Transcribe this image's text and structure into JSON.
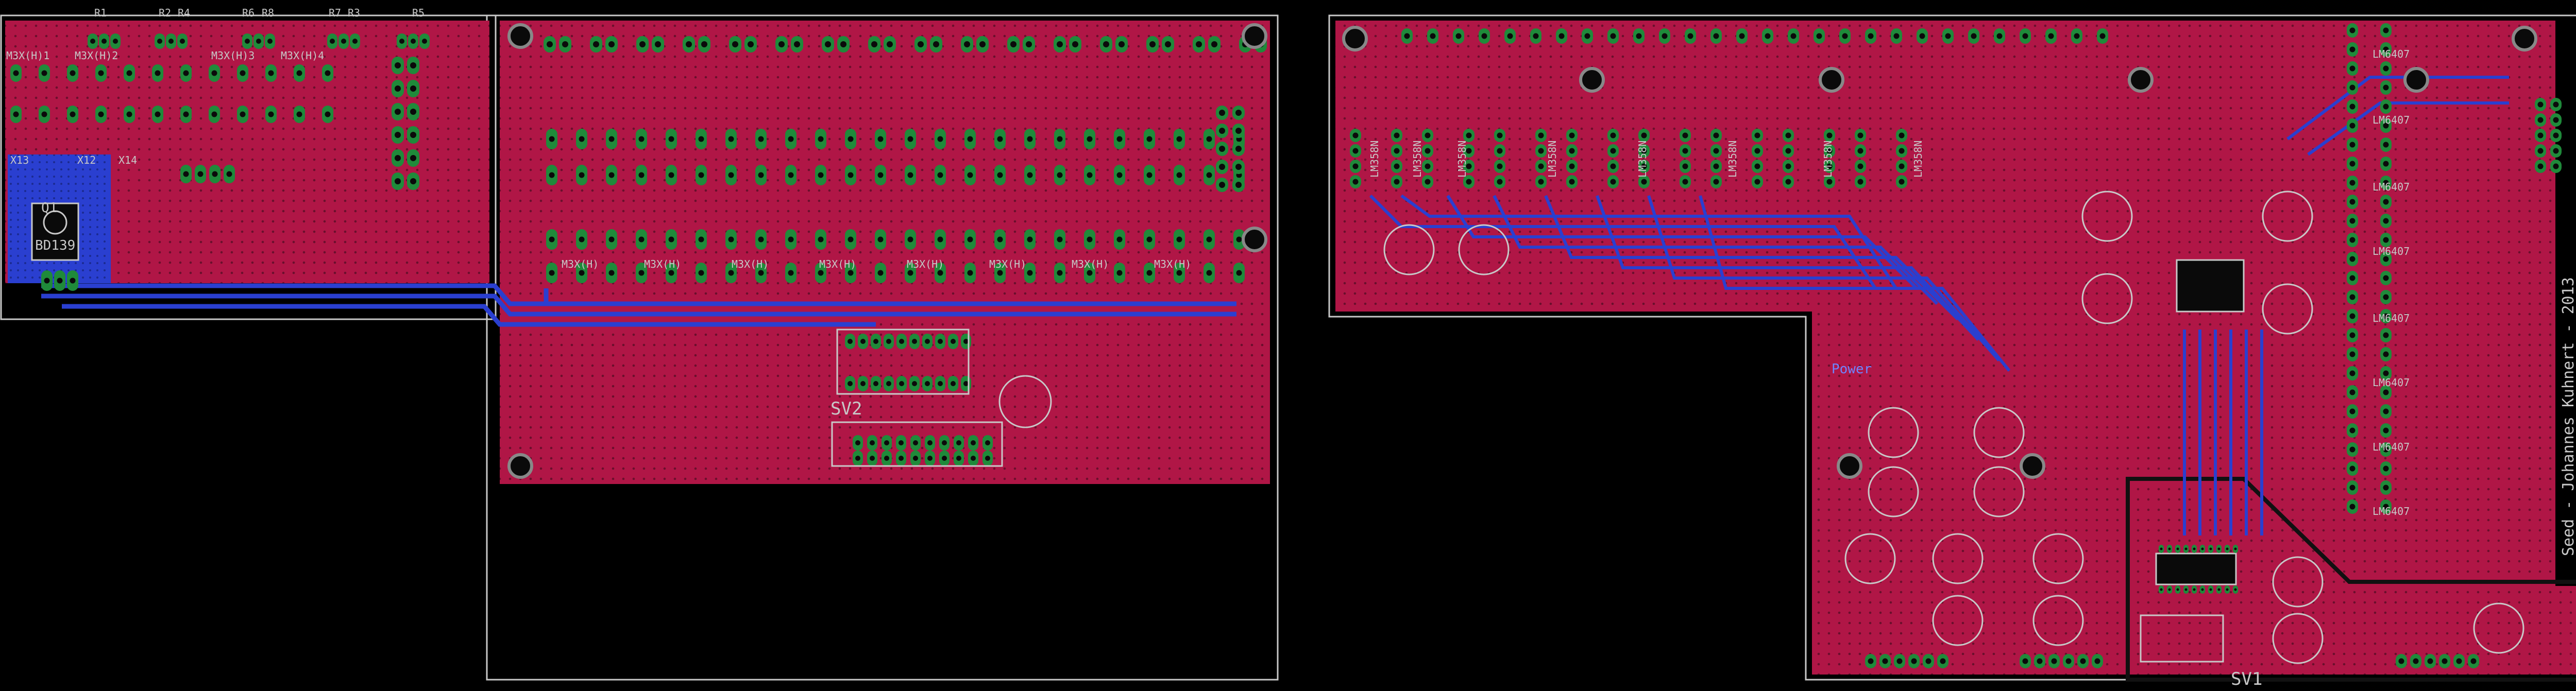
{
  "view": "pcb-layout",
  "colors": {
    "background": "#000000",
    "board_outline": "#c8c8c8",
    "top_copper_fill": "#b01646",
    "bottom_copper": "#2a3fd0",
    "pad": "#1f8a3a",
    "via": "#2aaf4a",
    "hole": "#0a0a0a",
    "silkscreen": "#c8c8c8",
    "dimension": "#d8c83a"
  },
  "left_board": {
    "resistor_labels": [
      "R1",
      "R2",
      "R4",
      "R6",
      "R8",
      "R7",
      "R3",
      "R5"
    ],
    "transistor_labels": [
      "M3X(H)1",
      "M3X(H)2",
      "M3X(H)3",
      "M3X(H)4"
    ],
    "power_transistor": {
      "ref": "Q1",
      "part": "BD139"
    },
    "misc_labels": [
      "X13",
      "X12",
      "X14"
    ],
    "connector": {
      "ref": "SV2"
    },
    "block_labels": [
      "M3X(H)",
      "M3X(H)",
      "M3X(H)",
      "M3X(H)",
      "M3X(H)",
      "M3X(H)",
      "M3X(H)",
      "M3X(H)"
    ]
  },
  "right_board": {
    "connector": {
      "ref": "SV1"
    },
    "regulator_labels": [
      "LM6407",
      "LM6407",
      "LM6407",
      "LM6407",
      "LM6407",
      "LM6407",
      "LM6407",
      "LM6407"
    ],
    "power_label": "Power",
    "vertical_credit": "Seed - Johannes Kuhnert - 2013",
    "op_amp_labels": [
      "LM358N",
      "LM358N",
      "LM358N",
      "LM358N",
      "LM358N",
      "LM358N",
      "LM358N",
      "LM358N"
    ]
  }
}
